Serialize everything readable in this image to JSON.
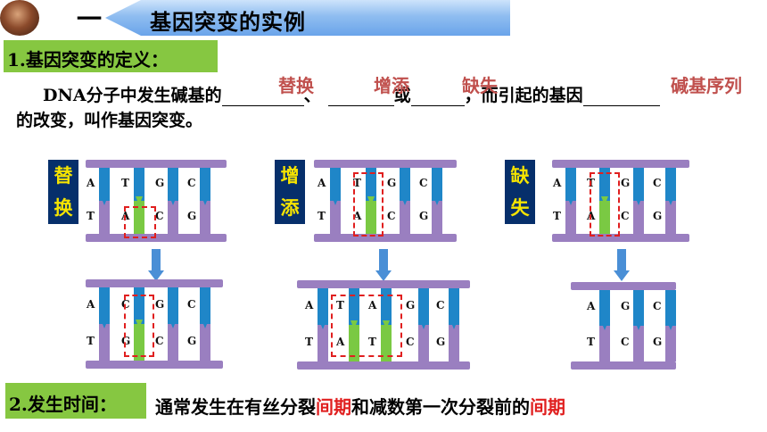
{
  "header": {
    "marker": "一",
    "title": "基因突变的实例"
  },
  "section1": {
    "heading": "1.基因突变的定义：",
    "line1_prefix": "DNA分子中发生碱基的",
    "sep1": "、",
    "sep2": "或",
    "line1_suffix": "，而引起的基因",
    "line2": "的改变，叫作基因突变。",
    "answers": [
      "替换",
      "增添",
      "缺失",
      "碱基序列"
    ]
  },
  "diagrams": [
    {
      "label": [
        "替",
        "换"
      ],
      "before": {
        "top": [
          "A",
          "T",
          "G",
          "C"
        ],
        "bottom": [
          "T",
          "A",
          "C",
          "G"
        ]
      },
      "after": {
        "top": [
          "A",
          "C",
          "G",
          "C"
        ],
        "bottom": [
          "T",
          "G",
          "C",
          "G"
        ]
      }
    },
    {
      "label": [
        "增",
        "添"
      ],
      "before": {
        "top": [
          "A",
          "T",
          "G",
          "C"
        ],
        "bottom": [
          "T",
          "A",
          "C",
          "G"
        ]
      },
      "after": {
        "top": [
          "A",
          "T",
          "A",
          "G",
          "C"
        ],
        "bottom": [
          "T",
          "A",
          "T",
          "C",
          "G"
        ]
      }
    },
    {
      "label": [
        "缺",
        "失"
      ],
      "before": {
        "top": [
          "A",
          "T",
          "G",
          "C"
        ],
        "bottom": [
          "T",
          "A",
          "C",
          "G"
        ]
      },
      "after": {
        "top": [
          "A",
          "G",
          "C"
        ],
        "bottom": [
          "T",
          "C",
          "G"
        ]
      }
    }
  ],
  "section2": {
    "heading": "2.发生时间：",
    "desc_prefix": "通常发生在有丝分裂",
    "desc_red1": "间期",
    "desc_mid": "和减数第一次分裂前的",
    "desc_red2": "间期"
  },
  "colors": {
    "green_box": "#86c741",
    "answer_red": "#c0504d",
    "accent_red": "#e01f1f",
    "badge_bg": "#062f6b",
    "badge_text": "#f6e400"
  }
}
